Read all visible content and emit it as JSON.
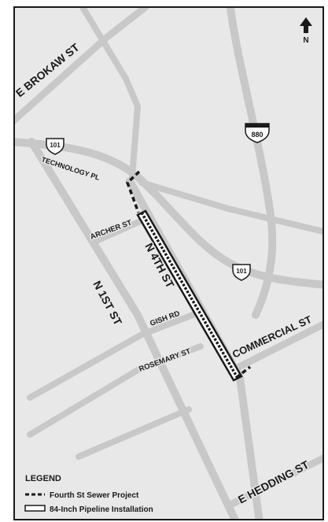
{
  "map": {
    "north_label": "N",
    "colors": {
      "land": "#e8e8e8",
      "road": "#c8c8c8",
      "border": "#1a1a1a",
      "project_line": "#1a1a1a",
      "pipeline_fill": "#ffffff"
    },
    "streets": {
      "e_brokaw_st": "E BROKAW ST",
      "technology_pl": "TECHNOLOGY PL",
      "archer_st": "ARCHER ST",
      "n_4th_st": "N 4TH ST",
      "n_1st_st": "N 1ST ST",
      "gish_rd": "GISH RD",
      "rosemary_st": "ROSEMARY ST",
      "commercial_st": "COMMERCIAL ST",
      "e_hedding_st": "E HEDDING ST"
    },
    "shields": {
      "us101_top": "101",
      "us101_mid": "101",
      "i880": "880"
    },
    "legend": {
      "title": "LEGEND",
      "items": [
        {
          "label": "Fourth St Sewer Project",
          "symbol": "dashed-line"
        },
        {
          "label": "84-Inch Pipeline Installation",
          "symbol": "outlined-box"
        }
      ]
    }
  }
}
